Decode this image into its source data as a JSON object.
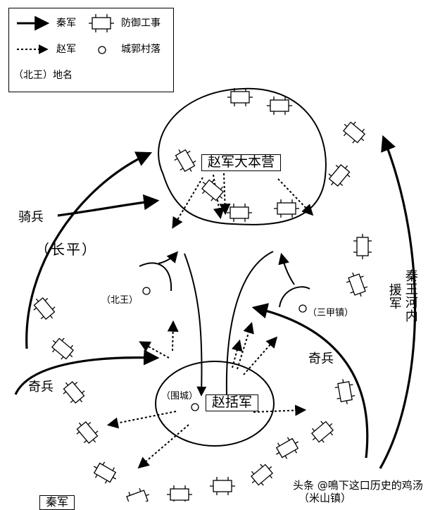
{
  "legend": {
    "qin_army": "秦军",
    "zhao_army": "赵军",
    "fortification": "防御工事",
    "settlement": "城郭村落",
    "place_name": "（北王）地名"
  },
  "labels": {
    "zhao_camp": "赵军大本营",
    "zhao_kuo_army": "赵括军",
    "weicheng": "（围城）",
    "beiwang": "（北王）",
    "sanjiazhen": "（三甲镇）",
    "changping": "（长平）",
    "cavalry": "骑兵",
    "surprise_left": "奇兵",
    "surprise_right": "奇兵",
    "qin_relief_line1": "秦王河内",
    "qin_relief_line2": "援军",
    "mishan": "（米山镇）",
    "bottom_left_box": "秦军"
  },
  "watermark": "头条 @鳴下这口历史的鸡汤",
  "colors": {
    "ink": "#000000",
    "paper": "#ffffff"
  }
}
